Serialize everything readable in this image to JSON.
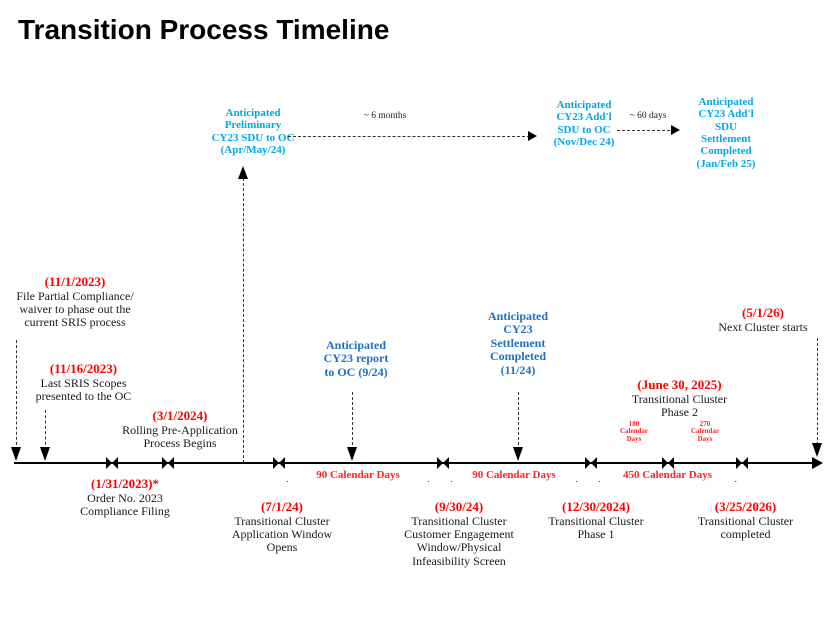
{
  "page": {
    "title": "Transition Process Timeline",
    "accent_red": "#FF0000",
    "accent_cyan": "#00A8E8",
    "accent_blue": "#1F6FC4",
    "axis_color": "#000000"
  },
  "top_tier": {
    "items": [
      {
        "name": "anticipated-preliminary-cy23-sdu",
        "lines": [
          "Anticipated",
          "Preliminary",
          "CY23 SDU to OC",
          "(Apr/May/24)"
        ],
        "color": "#00A8E8"
      },
      {
        "name": "anticipated-cy23-addl-sdu-to-oc",
        "lines": [
          "Anticipated",
          "CY23 Add'l",
          "SDU to OC",
          "(Nov/Dec 24)"
        ],
        "color": "#00A8E8"
      },
      {
        "name": "anticipated-cy23-addl-sdu-settlement",
        "lines": [
          "Anticipated",
          "CY23 Add'l",
          "SDU",
          "Settlement",
          "Completed",
          "(Jan/Feb 25)"
        ],
        "color": "#00A8E8"
      }
    ],
    "connectors": [
      {
        "name": "six-months-connector",
        "label": "~ 6 months"
      },
      {
        "name": "sixty-days-connector",
        "label": "~ 60 days"
      }
    ]
  },
  "above_axis": {
    "items": [
      {
        "name": "file-partial-compliance",
        "date": "(11/1/2023)",
        "desc_lines": [
          "File Partial Compliance/",
          "waiver to phase out the",
          "current SRIS process"
        ],
        "date_color": "#FF0000"
      },
      {
        "name": "last-sris-scopes",
        "date": "(11/16/2023)",
        "desc_lines": [
          "Last SRIS Scopes",
          "presented to the OC"
        ],
        "date_color": "#FF0000"
      },
      {
        "name": "rolling-pre-application",
        "date": "(3/1/2024)",
        "desc_lines": [
          "Rolling Pre-Application",
          "Process Begins"
        ],
        "date_color": "#FF0000"
      },
      {
        "name": "anticipated-cy23-report-to-oc",
        "date": "",
        "desc_lines": [
          "Anticipated",
          "CY23 report",
          "to OC (9/24)"
        ],
        "date_color": "#1F6FC4"
      },
      {
        "name": "anticipated-cy23-settlement-completed",
        "date": "",
        "desc_lines": [
          "Anticipated",
          "CY23",
          "Settlement",
          "Completed",
          "(11/24)"
        ],
        "date_color": "#1F6FC4"
      },
      {
        "name": "transitional-cluster-phase-2",
        "date": "(June 30, 2025)",
        "desc_lines": [
          "Transitional Cluster",
          "Phase 2"
        ],
        "date_color": "#FF0000"
      },
      {
        "name": "next-cluster-starts",
        "date": "(5/1/26)",
        "desc_lines": [
          "Next Cluster starts"
        ],
        "date_color": "#FF0000"
      }
    ]
  },
  "below_axis": {
    "items": [
      {
        "name": "order-no-2023-compliance-filing",
        "date": "(1/31/2023)*",
        "desc_lines": [
          "Order No. 2023",
          "Compliance Filing"
        ]
      },
      {
        "name": "transitional-cluster-application-window",
        "date": "(7/1/24)",
        "desc_lines": [
          "Transitional Cluster",
          "Application Window",
          "Opens"
        ]
      },
      {
        "name": "transitional-cluster-customer-engagement",
        "date": "(9/30/24)",
        "desc_lines": [
          "Transitional Cluster",
          "Customer Engagement",
          "Window/Physical",
          "Infeasibility Screen"
        ]
      },
      {
        "name": "transitional-cluster-phase-1",
        "date": "(12/30/2024)",
        "desc_lines": [
          "Transitional Cluster",
          "Phase 1"
        ]
      },
      {
        "name": "transitional-cluster-completed",
        "date": "(3/25/2026)",
        "desc_lines": [
          "Transitional Cluster",
          "completed"
        ]
      }
    ]
  },
  "spans": {
    "main": [
      {
        "name": "span-90-days-first",
        "label": "90 Calendar Days"
      },
      {
        "name": "span-90-days-second",
        "label": "90 Calendar Days"
      },
      {
        "name": "span-450-days",
        "label": "450 Calendar Days"
      }
    ],
    "sub": [
      {
        "name": "span-180-calendar-days",
        "l1": "180",
        "l2": "Calendar",
        "l3": "Days"
      },
      {
        "name": "span-270-calendar-days",
        "l1": "270",
        "l2": "Calendar",
        "l3": "Days"
      }
    ]
  }
}
